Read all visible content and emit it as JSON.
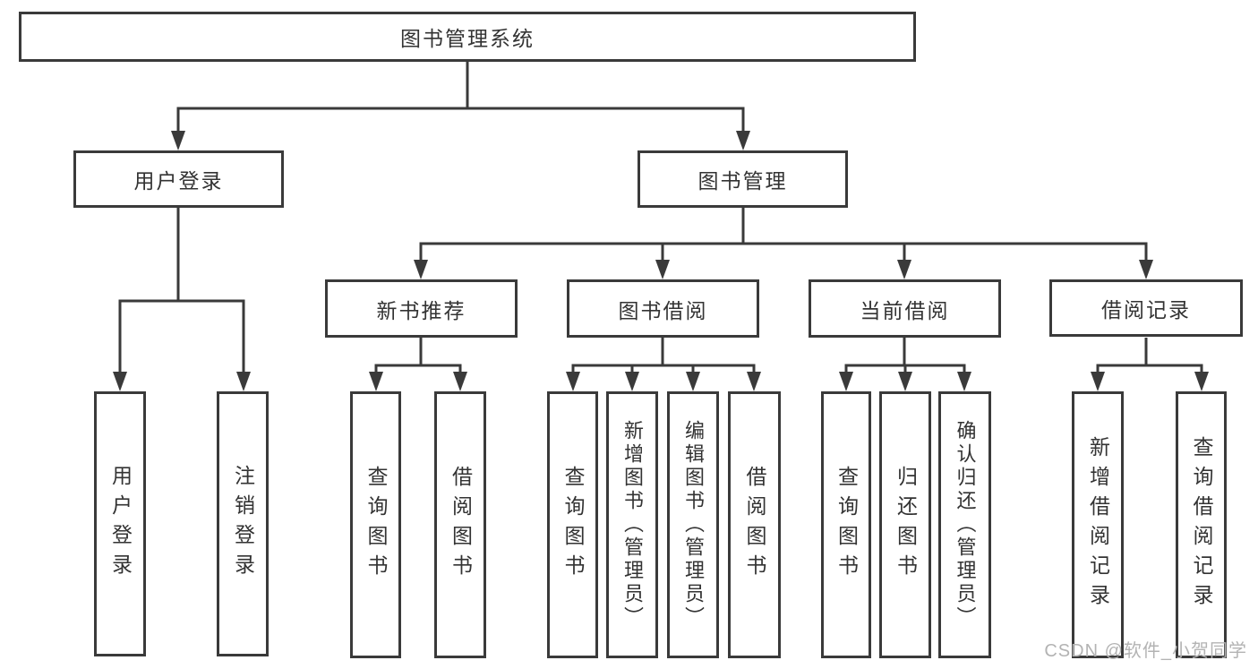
{
  "diagram": {
    "type": "hierarchy-tree",
    "root": {
      "label": "图书管理系统",
      "children": [
        {
          "label": "用户登录",
          "children": [
            {
              "label": "用户登录"
            },
            {
              "label": "注销登录"
            }
          ]
        },
        {
          "label": "图书管理",
          "children": [
            {
              "label": "新书推荐",
              "children": [
                {
                  "label": "查询图书"
                },
                {
                  "label": "借阅图书"
                }
              ]
            },
            {
              "label": "图书借阅",
              "children": [
                {
                  "label": "查询图书"
                },
                {
                  "label": "新增图书（管理员）"
                },
                {
                  "label": "编辑图书（管理员）"
                },
                {
                  "label": "借阅图书"
                }
              ]
            },
            {
              "label": "当前借阅",
              "children": [
                {
                  "label": "查询图书"
                },
                {
                  "label": "归还图书"
                },
                {
                  "label": "确认归还（管理员）"
                }
              ]
            },
            {
              "label": "借阅记录",
              "children": [
                {
                  "label": "新增借阅记录"
                },
                {
                  "label": "查询借阅记录"
                }
              ]
            }
          ]
        }
      ]
    },
    "colors": {
      "line": "#3a3a3a",
      "box_border": "#3a3a3a",
      "text": "#333333",
      "background": "#ffffff",
      "watermark": "#b3b3b3"
    }
  },
  "watermark": {
    "text": "CSDN @软件_小贺同学"
  }
}
